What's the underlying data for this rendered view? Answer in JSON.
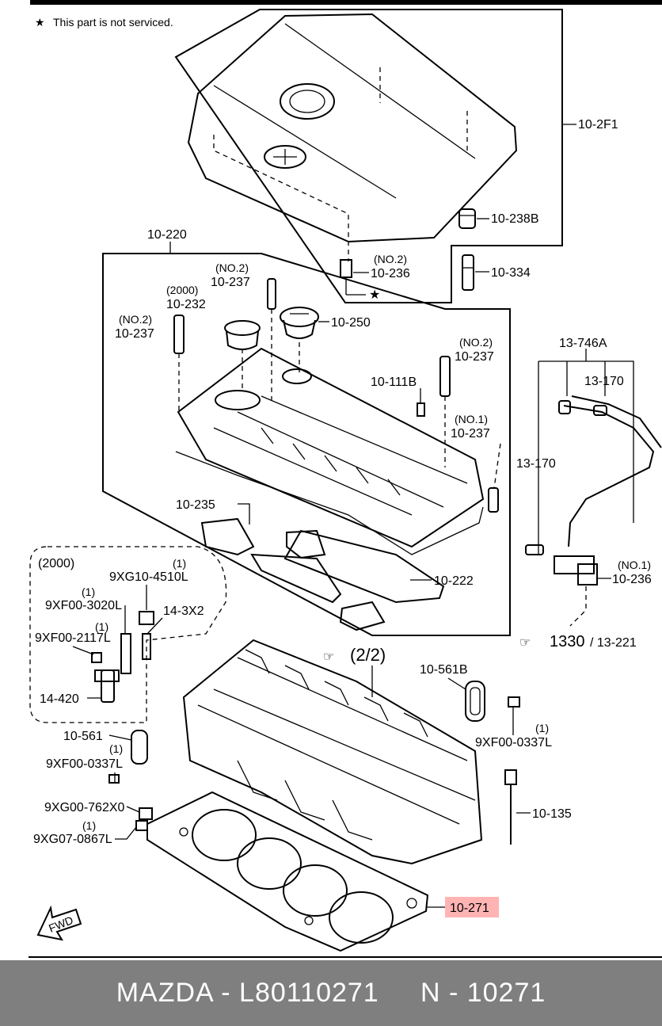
{
  "note": "This part is not serviced.",
  "labels": {
    "p_10_2f1": "10-2F1",
    "p_10_238b": "10-238B",
    "p_10_334": "10-334",
    "p_10_220": "10-220",
    "p_no2_a": "(NO.2)",
    "p_10_236_no2": "10-236",
    "p_no2_b": "(NO.2)",
    "p_10_237_top": "10-237",
    "p_2000_a": "(2000)",
    "p_10_232": "10-232",
    "p_10_250": "10-250",
    "p_no2_c": "(NO.2)",
    "p_10_237_left": "10-237",
    "p_no2_d": "(NO.2)",
    "p_10_237_right": "10-237",
    "p_10_111b": "10-111B",
    "p_no1_a": "(NO.1)",
    "p_10_237_no1": "10-237",
    "p_13_746a": "13-746A",
    "p_13_170_top": "13-170",
    "p_13_170_mid": "13-170",
    "p_10_235": "10-235",
    "p_10_222": "10-222",
    "p_no1_b": "(NO.1)",
    "p_10_236_no1": "10-236",
    "p_1330": "1330",
    "p_13_221": "/ 13-221",
    "p_2000_b": "(2000)",
    "p_q1_a": "(1)",
    "p_9xg10": "9XG10-4510L",
    "p_q1_b": "(1)",
    "p_9xf00_3020": "9XF00-3020L",
    "p_14_3x2": "14-3X2",
    "p_q1_c": "(1)",
    "p_9xf00_2117": "9XF00-2117L",
    "p_14_420": "14-420",
    "p_22": "(2/2)",
    "p_10_561b": "10-561B",
    "p_q1_d": "(1)",
    "p_9xf00_0337_r": "9XF00-0337L",
    "p_10_561": "10-561",
    "p_q1_e": "(1)",
    "p_9xf00_0337_l": "9XF00-0337L",
    "p_9xg00": "9XG00-762X0",
    "p_q1_f": "(1)",
    "p_9xg07": "9XG07-0867L",
    "p_10_135": "10-135",
    "p_10_271": "10-271",
    "p_fwd": "FWD"
  },
  "colors": {
    "highlight": "#ffb3b3",
    "footer_bg": "#7f7f7f",
    "footer_text": "#ffffff"
  },
  "footer": {
    "text": "MAZDA - L80110271     N - 10271"
  }
}
